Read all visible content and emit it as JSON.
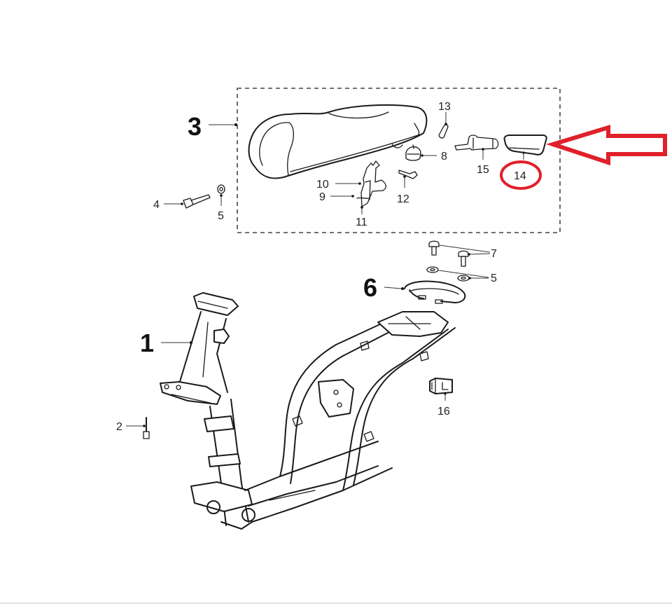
{
  "diagram": {
    "type": "exploded-parts-diagram",
    "subject": "scooter frame and seat assembly",
    "group_box": {
      "contains_part": "3",
      "style": "dashed"
    },
    "highlight": {
      "part": "14",
      "color": "#e0202a",
      "marks": [
        "circle-around-label",
        "outline-arrow-pointing-left"
      ]
    },
    "callouts": {
      "p1": "1",
      "p2": "2",
      "p3": "3",
      "p4": "4",
      "p5a": "5",
      "p5b": "5",
      "p6": "6",
      "p7": "7",
      "p8": "8",
      "p9": "9",
      "p10": "10",
      "p11": "11",
      "p12": "12",
      "p13": "13",
      "p14": "14",
      "p15": "15",
      "p16": "16"
    },
    "parts": [
      {
        "number": "1",
        "depicts": "frame"
      },
      {
        "number": "2",
        "depicts": "small bolt"
      },
      {
        "number": "3",
        "depicts": "seat assembly"
      },
      {
        "number": "4",
        "depicts": "bolt"
      },
      {
        "number": "5",
        "depicts": "washer"
      },
      {
        "number": "6",
        "depicts": "grab handle / rear rail"
      },
      {
        "number": "7",
        "depicts": "bolts"
      },
      {
        "number": "8",
        "depicts": "bump stop"
      },
      {
        "number": "9",
        "depicts": "latch spring"
      },
      {
        "number": "10",
        "depicts": "latch pin"
      },
      {
        "number": "11",
        "depicts": "seat latch"
      },
      {
        "number": "12",
        "depicts": "screw"
      },
      {
        "number": "13",
        "depicts": "clip"
      },
      {
        "number": "14",
        "depicts": "cover / trim"
      },
      {
        "number": "15",
        "depicts": "hinge bracket"
      },
      {
        "number": "16",
        "depicts": "clip nut"
      }
    ]
  }
}
